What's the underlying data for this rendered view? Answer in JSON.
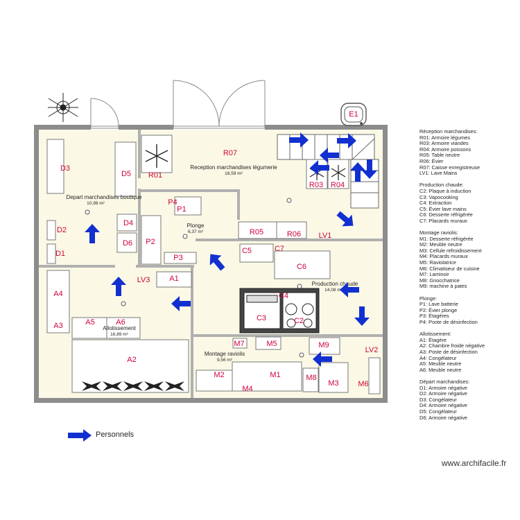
{
  "rooms": {
    "depart": {
      "name": "Depart marchandises boutique",
      "area": "10,98 m²"
    },
    "reception": {
      "name": "Reception marchandises légumerie",
      "area": "18,59 m²"
    },
    "plonge": {
      "name": "Plonge",
      "area": "6,37 m²"
    },
    "production": {
      "name": "Production chaude",
      "area": "14,08 m²"
    },
    "allotissement": {
      "name": "Allotissement",
      "area": "16,89 m²"
    },
    "montage": {
      "name": "Montage raviolis",
      "area": "9,56 m²"
    }
  },
  "equipment": {
    "e1": "E1",
    "r07": "R07",
    "r01": "R01",
    "r03": "R03",
    "r04": "R04",
    "r05": "R05",
    "r06": "R06",
    "lv1": "LV1",
    "d1": "D1",
    "d2": "D2",
    "d3": "D3",
    "d4": "D4",
    "d5": "D5",
    "d6": "D6",
    "p1": "P1",
    "p2": "P2",
    "p3": "P3",
    "p4": "P4",
    "c2": "C2",
    "c3": "C3",
    "c4": "C4",
    "c5": "C5",
    "c6": "C6",
    "c7": "C7",
    "a1": "A1",
    "a2": "A2",
    "a3": "A3",
    "a4": "A4",
    "a5": "A5",
    "a6": "A6",
    "lv3": "LV3",
    "m1": "M1",
    "m2": "M2",
    "m3": "M3",
    "m4": "M4",
    "m5": "M5",
    "m6": "M6",
    "m7": "M7",
    "m8": "M8",
    "m9": "M9",
    "lv2": "LV2"
  },
  "legend": [
    {
      "title": "Réception marchandises:",
      "items": [
        "R01: Armoire légumes",
        "R03: Armoire viandes",
        "R04: Armoire poissons",
        "R05: Table neutre",
        "R06: Évier",
        "R07: Caisse enregistreuse",
        "LV1: Lave Mains"
      ]
    },
    {
      "title": "Production chaude:",
      "items": [
        "C2: Plaque à induction",
        "C3: Vapocooking",
        "C4: Extraction",
        "C5: Évier lave mains",
        "C6: Desserte réfrigérée",
        "C7: Placards muraux"
      ]
    },
    {
      "title": "Montage raviolis:",
      "items": [
        "M1: Desserte réfrigérée",
        "M2: Meuble neutre",
        "M3: Cellule refroidissement",
        "M4: Placards muraux",
        "M5: Raviolatrice",
        "M6: Climatiseur de cuisine",
        "M7: Laminoir",
        "M8: Gnocchatrice",
        "M9: machine à pates"
      ]
    },
    {
      "title": "Plonge:",
      "items": [
        "P1: Lave batterie",
        "P2: Évier plonge",
        "P3: Étagères",
        "P4: Poste de désinfection"
      ]
    },
    {
      "title": "Allotissement:",
      "items": [
        "A1: Étagère",
        "A2: Chambre froide négative",
        "A3: Poste de désinfection",
        "A4: Congélateur",
        "A5: Meuble neutre",
        "A6: Meuble neutre"
      ]
    },
    {
      "title": "Départ marchandises:",
      "items": [
        "D1: Armoire négative",
        "D2: Armoire négative",
        "D3: Congélateur",
        "D4: Armoire négative",
        "D5: Congélateur",
        "D6: Armoire négative"
      ]
    }
  ],
  "key": {
    "label": "Personnels"
  },
  "watermark": "www.archifacile.fr",
  "colors": {
    "floor": "#fbf9e6",
    "wall": "#8c8c8c",
    "label": "#d0003a",
    "arrow": "#1230d0"
  }
}
